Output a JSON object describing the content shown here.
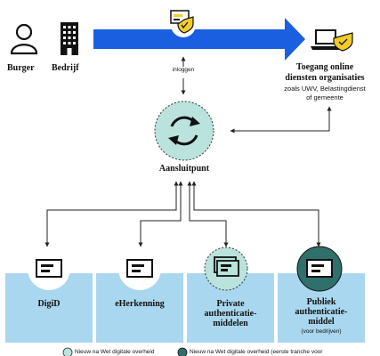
{
  "top": {
    "burger_label": "Burger",
    "bedrijf_label": "Bedrijf",
    "inloggen_label": "inloggen",
    "target_title_line1": "Toegang online",
    "target_title_line2": "diensten organisaties",
    "target_sub_line1": "zoals UWV, Belastingdienst",
    "target_sub_line2": "of gemeente"
  },
  "hub": {
    "label": "Aansluitpunt"
  },
  "means": [
    {
      "lines": [
        "DigiD"
      ]
    },
    {
      "lines": [
        "eHerkenning"
      ]
    },
    {
      "lines": [
        "Private",
        "authenticatie-",
        "middelen"
      ]
    },
    {
      "lines": [
        "Publiek",
        "authenticatie-",
        "middel"
      ],
      "note": "(voor bedrijven)"
    }
  ],
  "legend": {
    "item1": "Nieuw na Wet digitale overheid",
    "item2": "Nieuw na Wet digitale overheid (eerste tranche voor"
  },
  "colors": {
    "arrow_blue": "#1a5fe0",
    "panel_blue": "#a9d7ef",
    "mint": "#b9e3dc",
    "dark_teal": "#2f6f6c",
    "badge_yellow": "#f4cc2a"
  }
}
